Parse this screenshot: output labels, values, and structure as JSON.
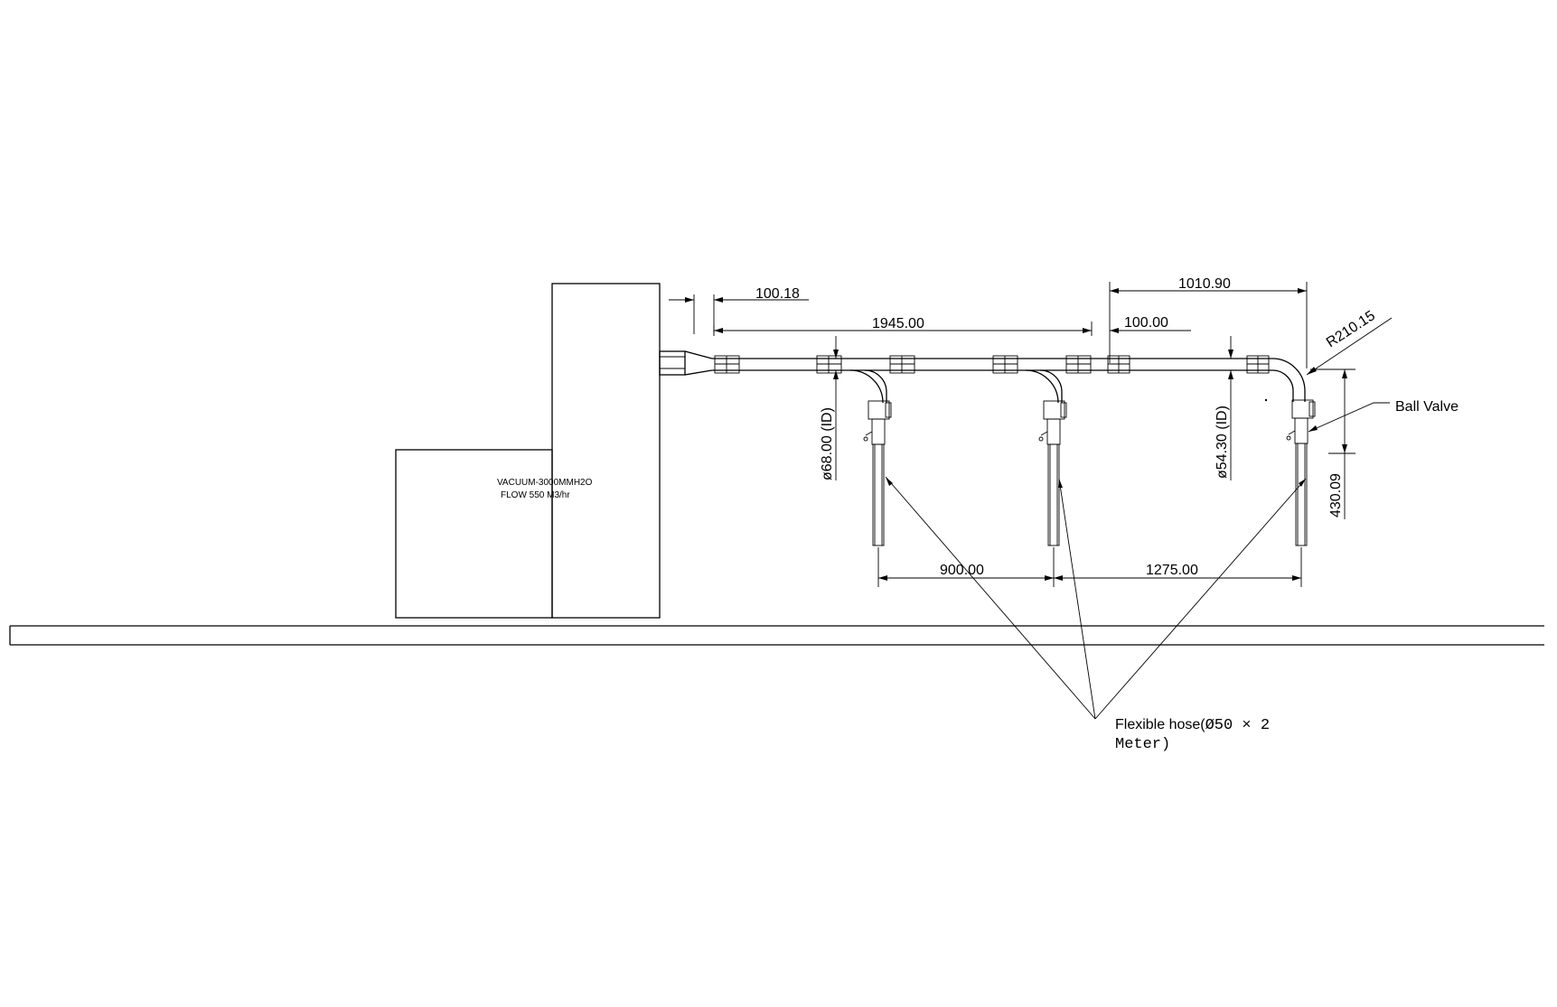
{
  "equipment": {
    "line1": "VACUUM-3000MMH2O",
    "line2": "FLOW 550 M3/hr"
  },
  "dimensions": {
    "gap_small": "100.18",
    "main_run": "1945.00",
    "end_run": "1010.90",
    "end_gap": "100.00",
    "bend_radius": "R210.15",
    "dia_main": "ø68.00 (ID)",
    "dia_end": "ø54.30 (ID)",
    "drop_height": "430.09",
    "spacing_1": "900.00",
    "spacing_2": "1275.00"
  },
  "callouts": {
    "ball_valve": "Ball Valve",
    "hose_line1_a": "Flexible hose(",
    "hose_line1_b": "Ø50 × 2",
    "hose_line2": "Meter)"
  }
}
